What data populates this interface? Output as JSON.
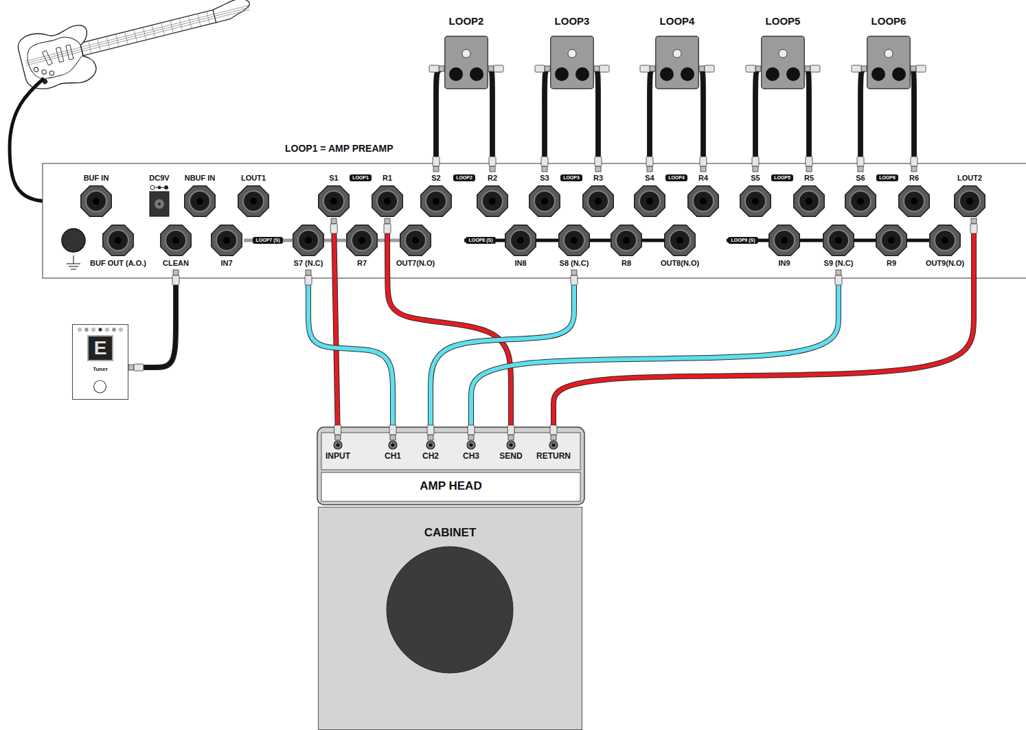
{
  "diagram": {
    "nodes": [
      {
        "text": [
          "LOOP1 = AMP PREAMP"
        ]
      },
      {
        "text": [
          "BUF IN"
        ],
        "in": 0
      },
      {
        "text": [
          "DC9V"
        ],
        "in": 0
      },
      {
        "text": [
          "NBUF IN"
        ],
        "in": 0
      },
      {
        "text": [
          "LOUT1"
        ],
        "in": 0
      },
      {
        "text": [
          "S1"
        ],
        "in": 0
      },
      {
        "text": [
          "R1"
        ],
        "in": 0
      },
      {
        "text": [
          "S2"
        ],
        "in": 0
      },
      {
        "text": [
          "R2"
        ],
        "in": 0
      },
      {
        "text": [
          "S3"
        ],
        "in": 0
      },
      {
        "text": [
          "R3"
        ],
        "in": 0
      },
      {
        "text": [
          "S4"
        ],
        "in": 0
      },
      {
        "text": [
          "R4"
        ],
        "in": 0
      },
      {
        "text": [
          "S5"
        ],
        "in": 0
      },
      {
        "text": [
          "R5"
        ],
        "in": 0
      },
      {
        "text": [
          "S6"
        ],
        "in": 0
      },
      {
        "text": [
          "R6"
        ],
        "in": 0
      },
      {
        "text": [
          "LOUT2"
        ],
        "in": 0
      },
      {
        "text": [
          "BUF OUT (A.O.)"
        ],
        "in": 0
      },
      {
        "text": [
          "CLEAN"
        ],
        "in": 0
      },
      {
        "text": [
          "IN7"
        ],
        "in": 0
      },
      {
        "text": [
          "S7 (N.C)"
        ],
        "in": 0
      },
      {
        "text": [
          "R7"
        ],
        "in": 0
      },
      {
        "text": [
          "OUT7(N.O)"
        ],
        "in": 0
      },
      {
        "text": [
          "IN8"
        ],
        "in": 0
      },
      {
        "text": [
          "S8 (N.C)"
        ],
        "in": 0
      },
      {
        "text": [
          "R8"
        ],
        "in": 0
      },
      {
        "text": [
          "OUT8(N.O)"
        ],
        "in": 0
      },
      {
        "text": [
          "IN9"
        ],
        "in": 0
      },
      {
        "text": [
          "S9 (N.C)"
        ],
        "in": 0
      },
      {
        "text": [
          "R9"
        ],
        "in": 0
      },
      {
        "text": [
          "OUT9(N.O)"
        ],
        "in": 0
      },
      {
        "text": [
          "LOOP2"
        ]
      },
      {
        "text": [
          "LOOP3"
        ]
      },
      {
        "text": [
          "LOOP4"
        ]
      },
      {
        "text": [
          "LOOP5"
        ]
      },
      {
        "text": [
          "LOOP6"
        ]
      },
      {
        "text": [
          "E",
          "Tuner"
        ]
      },
      {
        "text": [
          "AMP HEAD"
        ]
      },
      {
        "text": [
          "INPUT"
        ],
        "in": 38
      },
      {
        "text": [
          "CH1"
        ],
        "in": 38
      },
      {
        "text": [
          "CH2"
        ],
        "in": 38
      },
      {
        "text": [
          "CH3"
        ],
        "in": 38
      },
      {
        "text": [
          "SEND"
        ],
        "in": 38
      },
      {
        "text": [
          "RETURN"
        ],
        "in": 38
      },
      {
        "text": [
          "CABINET"
        ]
      }
    ],
    "edges": [
      {
        "from": 5,
        "to": 39,
        "arrow": "none"
      },
      {
        "from": 6,
        "to": 43,
        "arrow": "none"
      },
      {
        "from": 21,
        "to": 40,
        "arrow": "none"
      },
      {
        "from": 25,
        "to": 41,
        "arrow": "none"
      },
      {
        "from": 29,
        "to": 42,
        "arrow": "none"
      },
      {
        "from": 17,
        "to": 44,
        "arrow": "none"
      },
      {
        "from": 19,
        "to": 37,
        "arrow": "none"
      },
      {
        "from": 7,
        "to": 32,
        "arrow": "none"
      },
      {
        "from": 32,
        "to": 8,
        "arrow": "none"
      },
      {
        "from": 9,
        "to": 33,
        "arrow": "none"
      },
      {
        "from": 33,
        "to": 10,
        "arrow": "none"
      },
      {
        "from": 11,
        "to": 34,
        "arrow": "none"
      },
      {
        "from": 34,
        "to": 12,
        "arrow": "none"
      },
      {
        "from": 13,
        "to": 35,
        "arrow": "none"
      },
      {
        "from": 35,
        "to": 14,
        "arrow": "none"
      },
      {
        "from": 15,
        "to": 36,
        "arrow": "none"
      },
      {
        "from": 36,
        "to": 16,
        "arrow": "none"
      }
    ],
    "labels": [
      "LOOP1",
      "LOOP2",
      "LOOP3",
      "LOOP4",
      "LOOP5",
      "LOOP6",
      "LOOP7 (S)",
      "LOOP8 (S)",
      "LOOP9 (S)"
    ]
  }
}
